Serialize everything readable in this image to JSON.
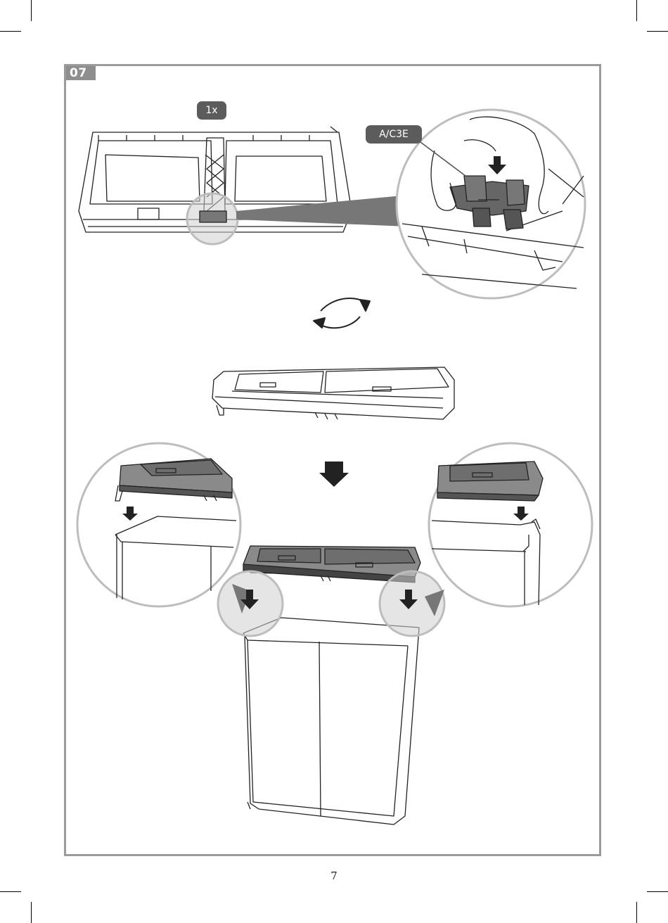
{
  "step": {
    "number": "07"
  },
  "callouts": {
    "quantity": "1x",
    "part_code": "A/C3E"
  },
  "footer": {
    "page_number": "7"
  },
  "icons": [
    "rotate-arrows-icon",
    "down-arrow-icon"
  ],
  "colors": {
    "frame": "#9b9b9b",
    "tab": "#8e8e8e",
    "pill": "#5c5c5c",
    "highlight": "#bdbdbd"
  }
}
